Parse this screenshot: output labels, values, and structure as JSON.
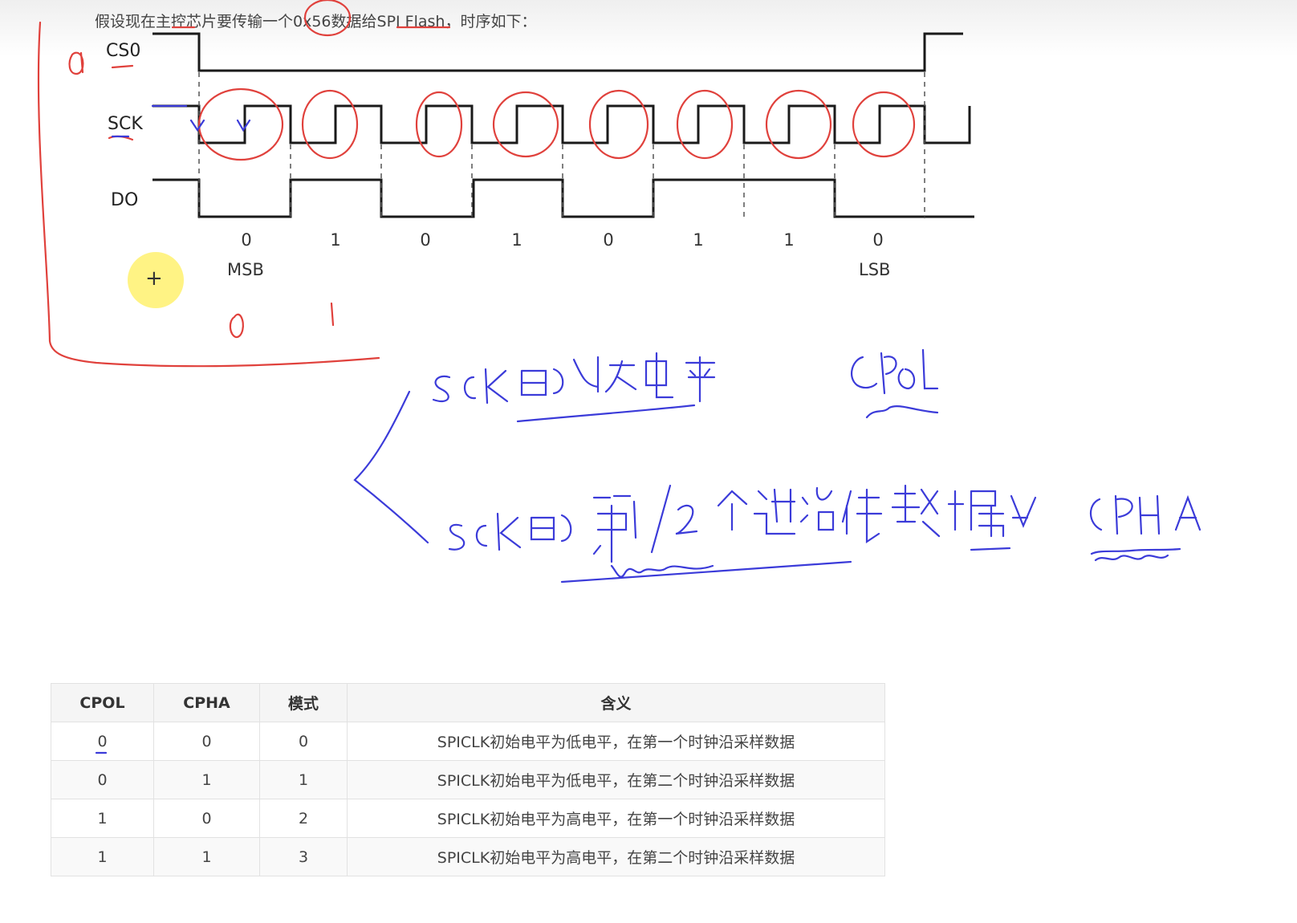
{
  "intro_text": "假设现在主控芯片要传输一个0x56数据给SPI Flash，时序如下：",
  "signals": {
    "cs": "CS0",
    "sck": "SCK",
    "do": "DO"
  },
  "bits": [
    "0",
    "1",
    "0",
    "1",
    "0",
    "1",
    "1",
    "0"
  ],
  "annotations": {
    "msb": "MSB",
    "lsb": "LSB"
  },
  "table": {
    "headers": [
      "CPOL",
      "CPHA",
      "模式",
      "含义"
    ],
    "rows": [
      [
        "0",
        "0",
        "0",
        "SPICLK初始电平为低电平，在第一个时钟沿采样数据"
      ],
      [
        "0",
        "1",
        "1",
        "SPICLK初始电平为低电平，在第二个时钟沿采样数据"
      ],
      [
        "1",
        "0",
        "2",
        "SPICLK初始电平为高电平，在第一个时钟沿采样数据"
      ],
      [
        "1",
        "1",
        "3",
        "SPICLK初始电平为高电平，在第二个时钟沿采样数据"
      ]
    ]
  },
  "colors": {
    "signal": "#1a1a1a",
    "red_ink": "#e0413c",
    "blue_ink": "#3b3bd9",
    "cursor": "#fff07a"
  }
}
